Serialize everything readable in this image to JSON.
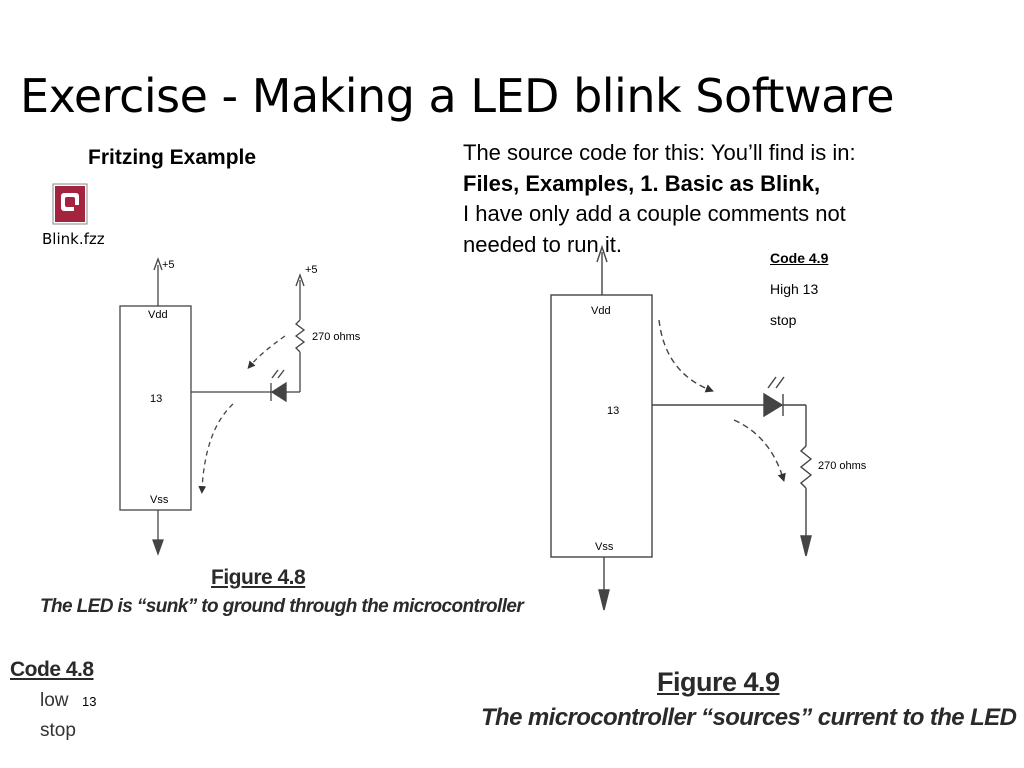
{
  "slide": {
    "title": "Exercise - Making a LED blink Software",
    "fritzing_label": "Fritzing Example",
    "file_name": "Blink.fzz",
    "source_text": {
      "line1": "The source code for this: You’ll find is in:",
      "line2": "Files, Examples, 1. Basic as Blink,",
      "line3": "I have only add a couple comments not",
      "line4": "needed to run it."
    }
  },
  "figure_48": {
    "title": "Figure  4.8",
    "caption": "The LED is “sunk” to ground through the microcontroller",
    "vdd_label": "Vdd",
    "vss_label": "Vss",
    "pin_label": "13",
    "supply_label": "+5",
    "supply_label_2": "+5",
    "resistor_label": "270 ohms"
  },
  "figure_49": {
    "title": "Figure  4.9",
    "caption": "The microcontroller “sources” current to the LED",
    "vdd_label": "Vdd",
    "vss_label": "Vss",
    "pin_label": "13",
    "resistor_label": "270 ohms"
  },
  "code_48": {
    "title": "Code 4.8",
    "line1": "low",
    "line1_extra": "13",
    "line2": "stop"
  },
  "code_49": {
    "title": "Code 4.9",
    "line1": "High 13",
    "line2": "stop"
  }
}
